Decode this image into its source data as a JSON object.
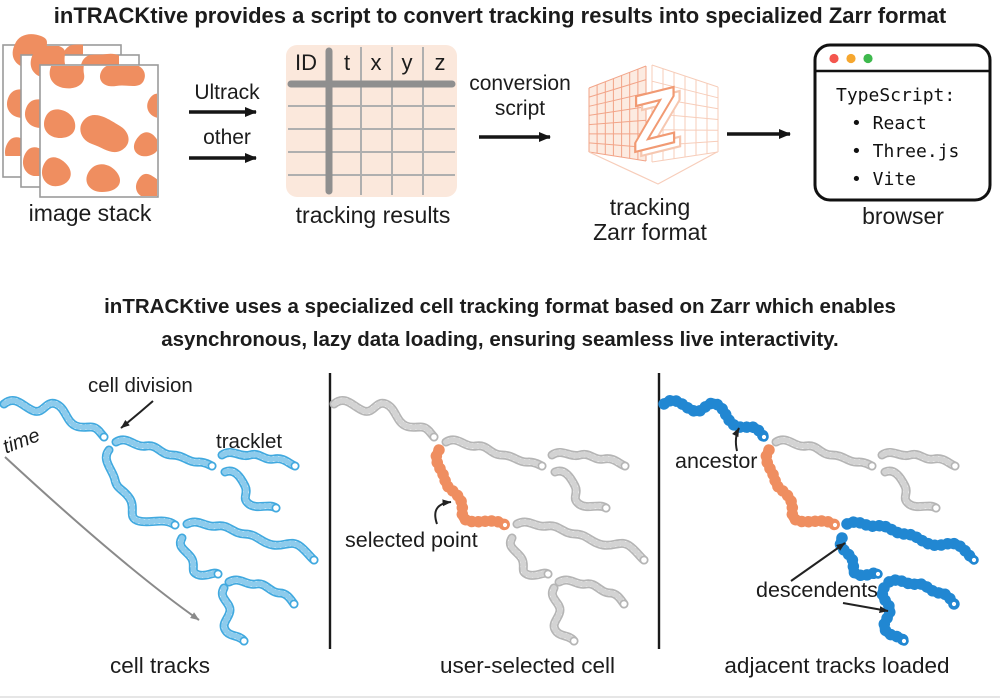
{
  "figure": {
    "title": "inTRACKtive provides a script to convert tracking results into specialized Zarr format",
    "image_stack": {
      "label": "image stack"
    },
    "converters": {
      "top": "Ultrack",
      "bottom": "other"
    },
    "table": {
      "headers": [
        "ID",
        "t",
        "x",
        "y",
        "z"
      ],
      "label": "tracking results"
    },
    "conversion": {
      "line1": "conversion",
      "line2": "script"
    },
    "zarr": {
      "glyph": "Z",
      "line1": "tracking",
      "line2": "Zarr format"
    },
    "browser": {
      "heading": "TypeScript:",
      "items": [
        "• React",
        "• Three.js",
        "• Vite"
      ],
      "label": "browser"
    },
    "mid_text": {
      "line1": "inTRACKtive uses a specialized cell tracking format based on Zarr which enables",
      "line2": "asynchronous, lazy data loading, ensuring seamless live interactivity."
    },
    "panel1": {
      "ann_division": "cell division",
      "ann_tracklet": "tracklet",
      "ann_time": "time",
      "caption": "cell tracks"
    },
    "panel2": {
      "ann_selected": "selected point",
      "caption": "user-selected cell"
    },
    "panel3": {
      "ann_ancestor": "ancestor",
      "ann_descendents": "descendents",
      "caption": "adjacent tracks loaded"
    }
  },
  "colors": {
    "orange": "#EF8E60",
    "peach_fill": "#FBE8DC",
    "track_blue": "#41A9DF",
    "track_blue_solid": "#2187D2",
    "track_gray": "#B5B5B5",
    "grid_thin": "#AFAFAF",
    "grid_thick": "#8F8F8F",
    "zarr_grid_strong": "#F2A488",
    "zarr_grid_light": "#F7CDBA",
    "zarr_wall_fill": "#FCEBE1",
    "dot_red": "#F4564E",
    "dot_yellow": "#F6A72F",
    "dot_green": "#3EB94D",
    "arrow_black": "#151515",
    "arrow_gray": "#8A8A8A"
  }
}
